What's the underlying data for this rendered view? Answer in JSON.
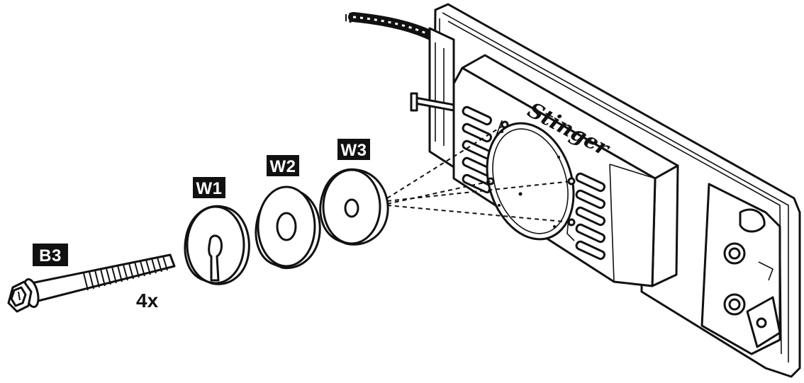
{
  "labels": {
    "bolt": "B3",
    "washer1": "W1",
    "washer2": "W2",
    "washer3": "W3",
    "quantity": "4x"
  },
  "brand_logo": "Stinger",
  "colors": {
    "ink": "#111111",
    "paper": "#ffffff"
  }
}
